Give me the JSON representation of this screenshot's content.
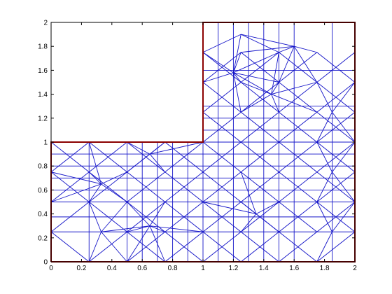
{
  "chart_data": {
    "type": "scatter",
    "title": "",
    "xlabel": "",
    "ylabel": "",
    "xlim": [
      0,
      2
    ],
    "ylim": [
      0,
      2
    ],
    "x_ticks": [
      "0",
      "0.2",
      "0.4",
      "0.6",
      "0.8",
      "1",
      "1.2",
      "1.4",
      "1.6",
      "1.8",
      "2"
    ],
    "y_ticks": [
      "0",
      "0.2",
      "0.4",
      "0.6",
      "0.8",
      "1",
      "1.2",
      "1.4",
      "1.6",
      "1.8",
      "2"
    ],
    "grid": false,
    "legend": "none",
    "colors": {
      "mesh": "#1414c8",
      "boundary": "#8b0000",
      "axes": "#000000"
    },
    "boundary": [
      [
        0,
        0
      ],
      [
        2,
        0
      ],
      [
        2,
        2
      ],
      [
        1,
        2
      ],
      [
        1,
        1
      ],
      [
        0,
        1
      ],
      [
        0,
        0
      ]
    ],
    "mesh_x_lines": [
      0.25,
      0.5,
      0.6,
      0.7,
      0.8,
      0.9,
      1,
      1.1,
      1.2,
      1.3,
      1.4,
      1.5,
      1.6,
      1.85
    ],
    "mesh_y_lines": [
      0.25,
      0.375,
      0.5,
      0.6,
      0.7,
      0.8,
      0.9,
      1,
      1.1,
      1.2,
      1.3,
      1.6
    ],
    "mesh_points": [
      [
        0,
        0.25
      ],
      [
        0,
        0.5
      ],
      [
        0,
        0.75
      ],
      [
        0,
        1
      ],
      [
        0.25,
        0
      ],
      [
        0.25,
        0.5
      ],
      [
        0.25,
        0.75
      ],
      [
        0.25,
        1
      ],
      [
        0.5,
        0
      ],
      [
        0.5,
        0.25
      ],
      [
        0.5,
        0.5
      ],
      [
        0.5,
        0.75
      ],
      [
        0.5,
        1
      ],
      [
        0.75,
        0
      ],
      [
        0.75,
        0.25
      ],
      [
        0.75,
        0.5
      ],
      [
        0.75,
        0.75
      ],
      [
        0.75,
        1
      ],
      [
        1,
        0
      ],
      [
        1,
        0.25
      ],
      [
        1,
        0.5
      ],
      [
        1,
        0.75
      ],
      [
        1,
        1
      ],
      [
        1.25,
        0
      ],
      [
        1.25,
        0.25
      ],
      [
        1.25,
        0.5
      ],
      [
        1.25,
        0.75
      ],
      [
        1.25,
        1
      ],
      [
        1.25,
        1.25
      ],
      [
        1.5,
        0
      ],
      [
        1.5,
        0.25
      ],
      [
        1.5,
        0.5
      ],
      [
        1.5,
        0.75
      ],
      [
        1.5,
        1
      ],
      [
        1.5,
        1.25
      ],
      [
        1.5,
        1.5
      ],
      [
        1.75,
        0
      ],
      [
        1.75,
        0.25
      ],
      [
        1.75,
        0.5
      ],
      [
        1.75,
        0.75
      ],
      [
        1.75,
        1
      ],
      [
        1.75,
        1.25
      ],
      [
        1.75,
        1.5
      ],
      [
        1.75,
        1.75
      ],
      [
        2,
        0.25
      ],
      [
        2,
        0.5
      ],
      [
        2,
        0.75
      ],
      [
        2,
        1
      ],
      [
        2,
        1.25
      ],
      [
        2,
        1.5
      ],
      [
        2,
        1.75
      ],
      [
        1,
        1.25
      ],
      [
        1,
        1.5
      ],
      [
        1,
        1.75
      ],
      [
        1.25,
        1.5
      ],
      [
        1.25,
        1.75
      ],
      [
        1.5,
        1.75
      ],
      [
        0.33,
        0.65
      ],
      [
        0.33,
        0.25
      ],
      [
        0.65,
        0.3
      ],
      [
        1.35,
        0.4
      ],
      [
        1.85,
        0.25
      ],
      [
        1.85,
        0.75
      ],
      [
        1.85,
        1.25
      ],
      [
        1.25,
        1.9
      ],
      [
        1.6,
        1.8
      ],
      [
        1.2,
        1.58
      ],
      [
        1.45,
        1.4
      ],
      [
        0.65,
        0.9
      ]
    ]
  }
}
